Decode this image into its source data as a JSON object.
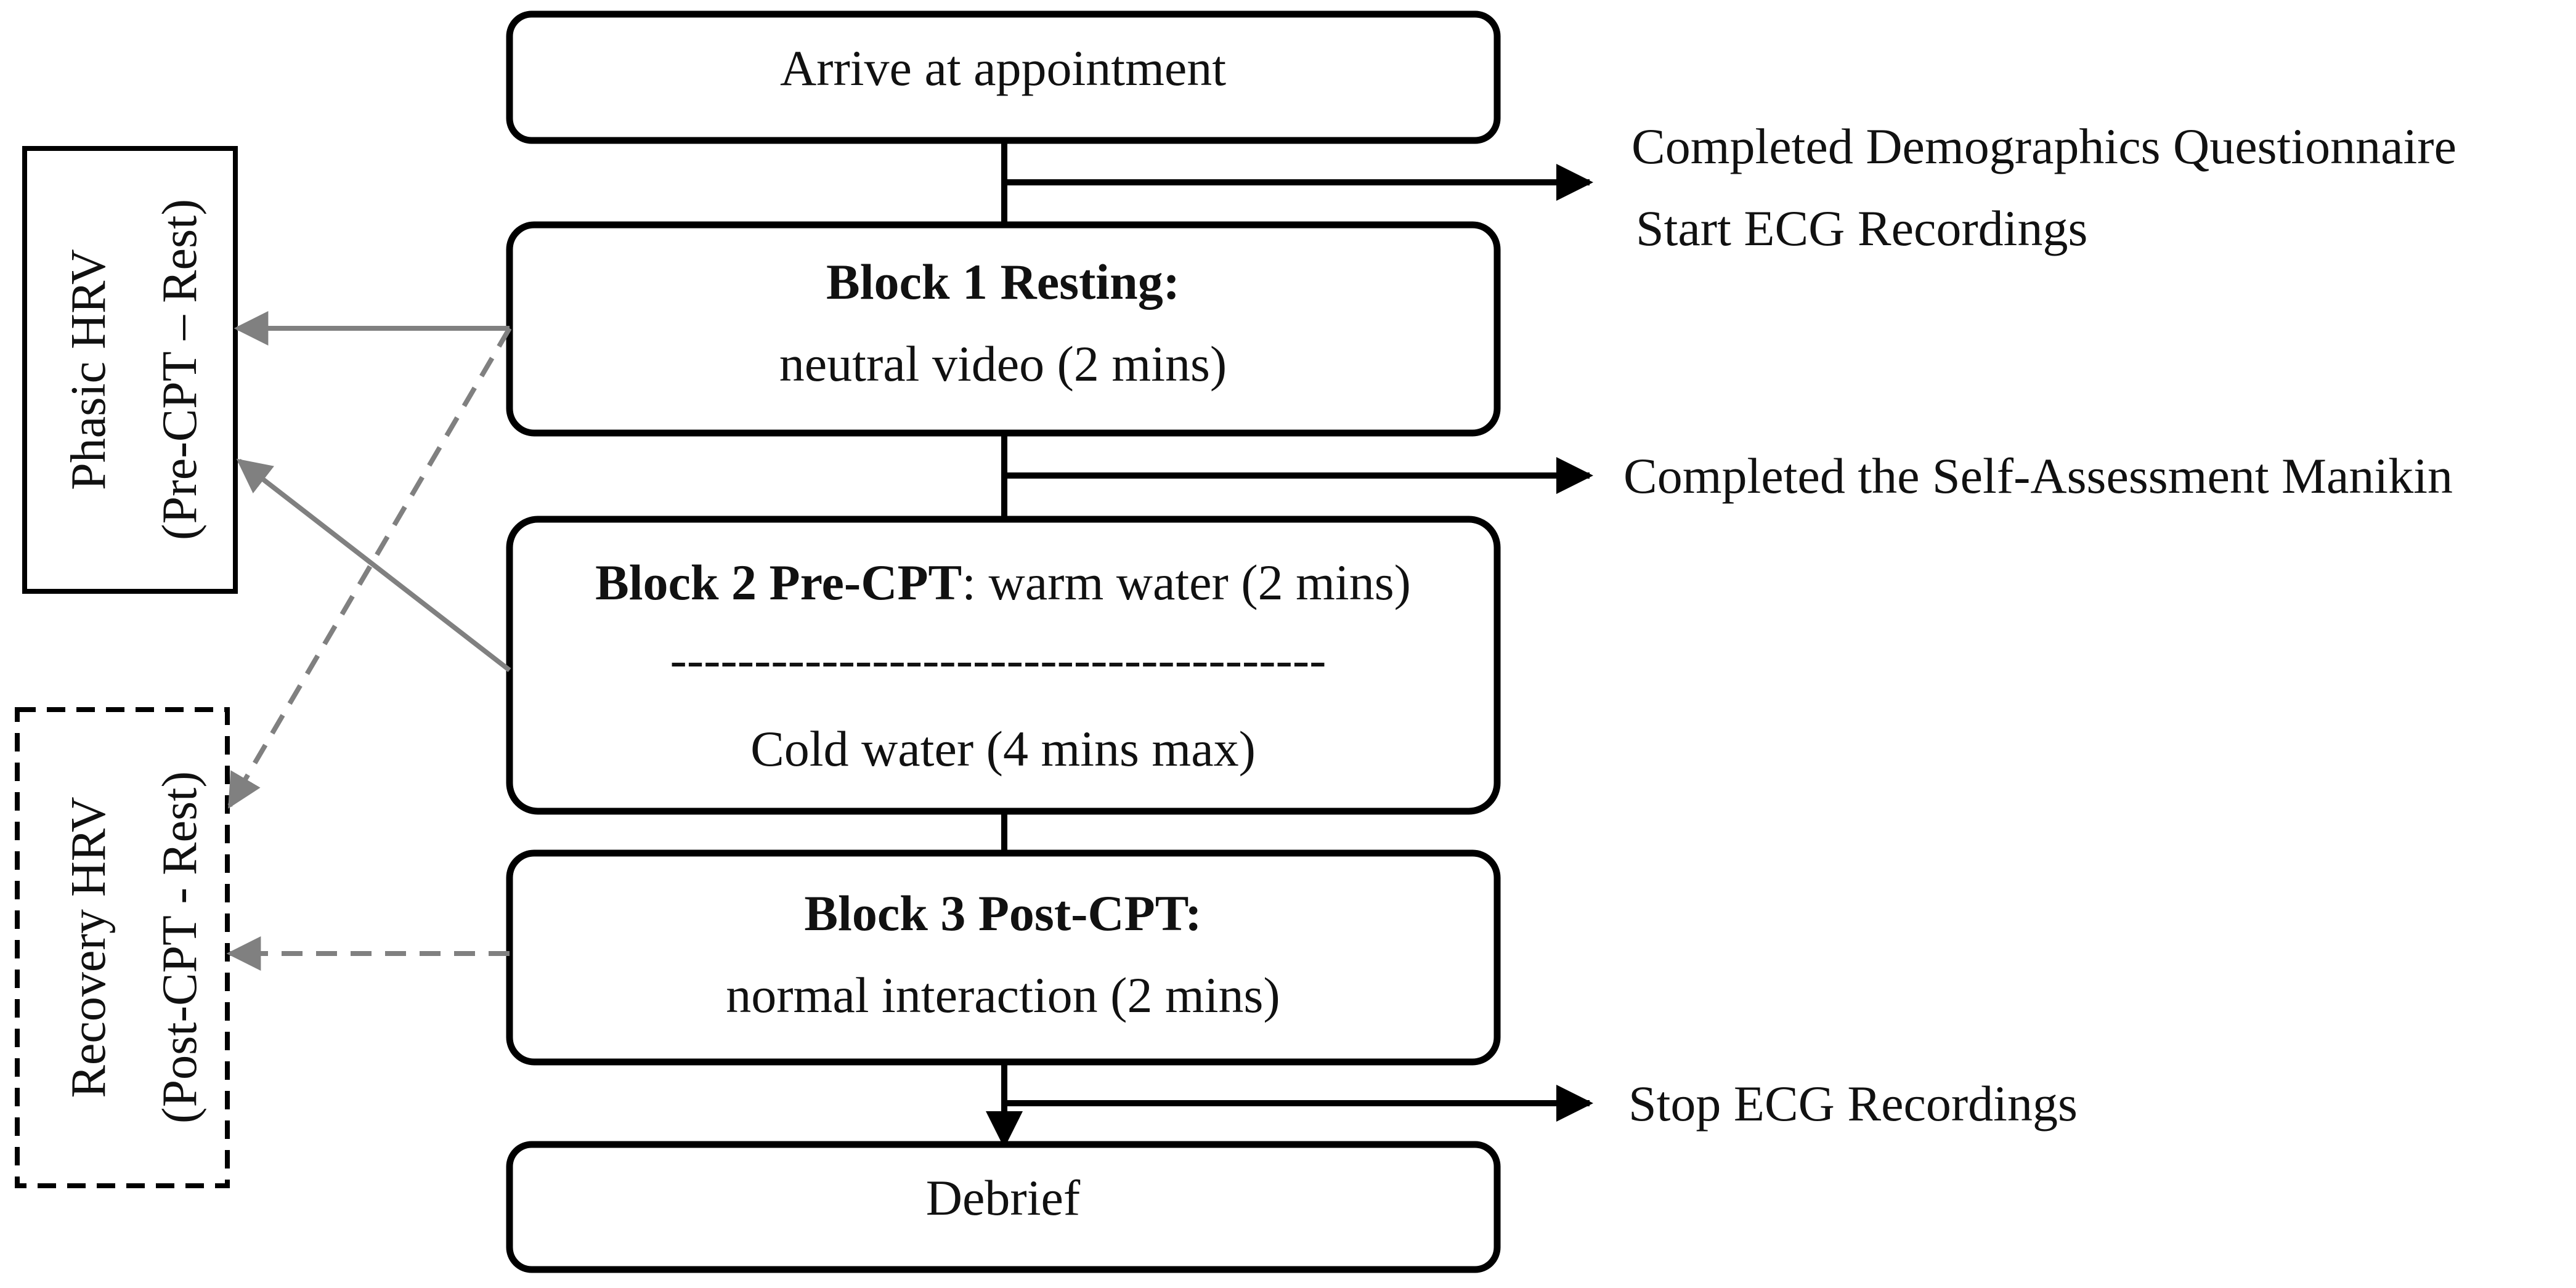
{
  "flow": {
    "arrive": "Arrive at appointment",
    "block1": {
      "title": "Block 1 Resting:",
      "detail": "neutral video (2 mins)"
    },
    "block2": {
      "title": "Block 2 Pre-CPT",
      "detail_a": ": warm water (2 mins)",
      "separator": "---------------------------------------",
      "detail_b": "Cold water (4 mins max)"
    },
    "block3": {
      "title": "Block 3 Post-CPT:",
      "detail": "normal interaction (2 mins)"
    },
    "debrief": "Debrief"
  },
  "side_notes": {
    "demographics": "Completed Demographics Questionnaire",
    "start_ecg": "Start ECG Recordings",
    "sam": "Completed the Self-Assessment Manikin",
    "stop_ecg": "Stop ECG Recordings"
  },
  "hrv_boxes": {
    "phasic": {
      "line1": "Phasic HRV",
      "line2": "(Pre-CPT – Rest)"
    },
    "recovery": {
      "line1": "Recovery HRV",
      "line2": "(Post-CPT - Rest)"
    }
  },
  "colors": {
    "primary_line": "#000000",
    "hrv_arrow": "#808080"
  }
}
